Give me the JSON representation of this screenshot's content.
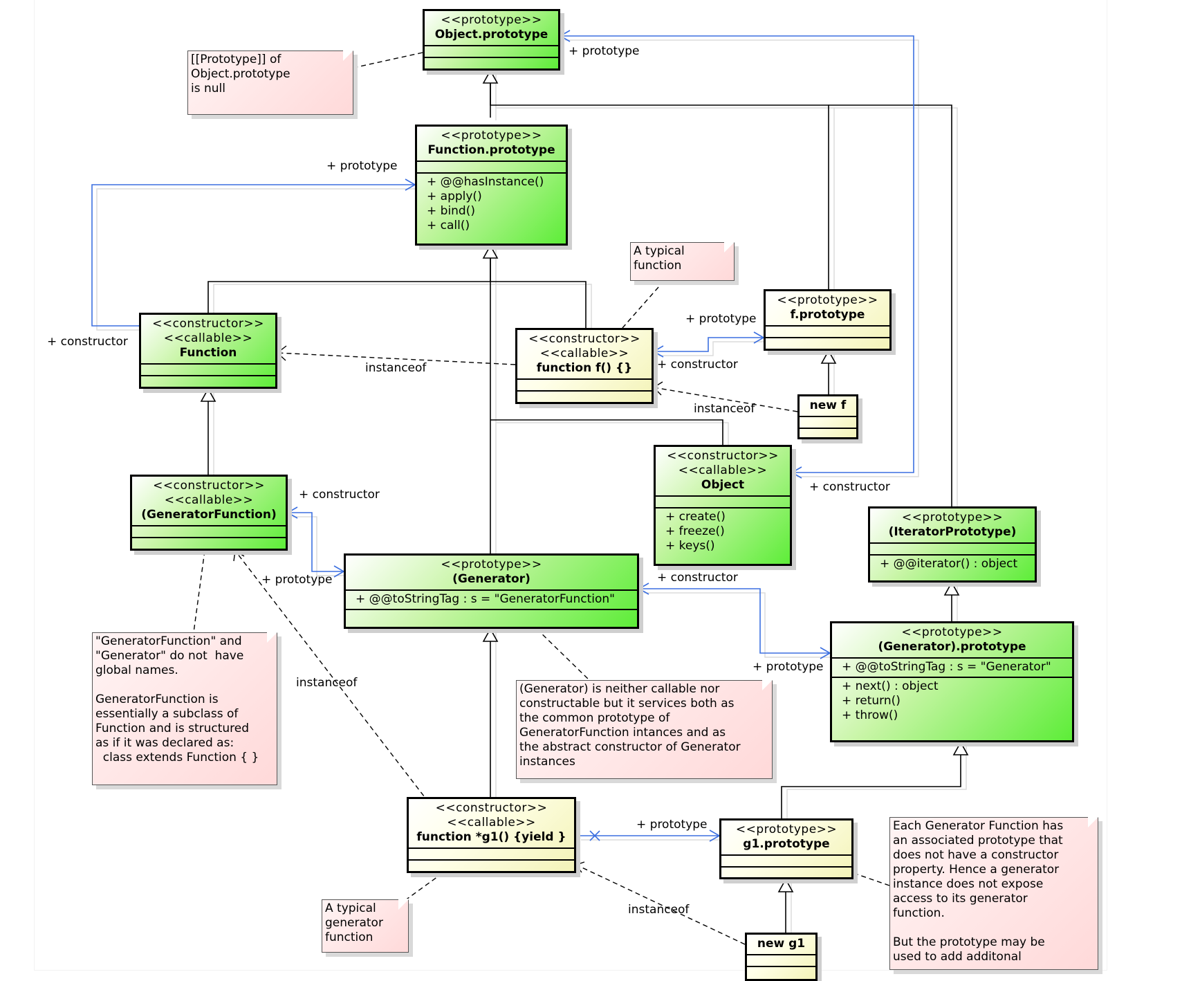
{
  "classes": {
    "object_prototype": {
      "stereotypes": [
        "<<prototype>>"
      ],
      "name": "Object.prototype",
      "members": []
    },
    "function_prototype": {
      "stereotypes": [
        "<<prototype>>"
      ],
      "name": "Function.prototype",
      "members": [
        "+ @@hasInstance()",
        "+ apply()",
        "+ bind()",
        "+ call()"
      ]
    },
    "function_ctor": {
      "stereotypes": [
        "<<constructor>>",
        "<<callable>>"
      ],
      "name": "Function",
      "members": []
    },
    "function_f": {
      "stereotypes": [
        "<<constructor>>",
        "<<callable>>"
      ],
      "name": "function f() {}",
      "members": []
    },
    "f_prototype": {
      "stereotypes": [
        "<<prototype>>"
      ],
      "name": "f.prototype",
      "members": []
    },
    "new_f": {
      "stereotypes": [],
      "name": "new f",
      "members": []
    },
    "object_ctor": {
      "stereotypes": [
        "<<constructor>>",
        "<<callable>>"
      ],
      "name": "Object",
      "members": [
        "+ create()",
        "+ freeze()",
        "+ keys()"
      ]
    },
    "generator_function": {
      "stereotypes": [
        "<<constructor>>",
        "<<callable>>"
      ],
      "name": "(GeneratorFunction)",
      "members": []
    },
    "generator": {
      "stereotypes": [
        "<<prototype>>"
      ],
      "name": "(Generator)",
      "members": [
        "+ @@toStringTag : s = \"GeneratorFunction\""
      ]
    },
    "iterator_prototype": {
      "stereotypes": [
        "<<prototype>>"
      ],
      "name": "(IteratorPrototype)",
      "members": [
        "+ @@iterator() : object"
      ]
    },
    "generator_prototype": {
      "stereotypes": [
        "<<prototype>>"
      ],
      "name": "(Generator).prototype",
      "attributes": [
        "+ @@toStringTag : s = \"Generator\""
      ],
      "members": [
        "+ next() : object",
        "+ return()",
        "+ throw()"
      ]
    },
    "g1": {
      "stereotypes": [
        "<<constructor>>",
        "<<callable>>"
      ],
      "name": "function *g1() {yield }",
      "members": []
    },
    "g1_prototype": {
      "stereotypes": [
        "<<prototype>>"
      ],
      "name": "g1.prototype",
      "members": []
    },
    "new_g1": {
      "stereotypes": [],
      "name": "new g1",
      "members": []
    }
  },
  "notes": {
    "object_null": [
      "[[Prototype]] of",
      "Object.prototype",
      "is null"
    ],
    "typical_function": [
      "A typical",
      "function"
    ],
    "generator_names": [
      "\"GeneratorFunction\" and",
      "\"Generator\" do not  have",
      "global names.",
      "",
      "GeneratorFunction is",
      "essentially a subclass of",
      "Function and is structured",
      "as if it was declared as:",
      "  class extends Function { }"
    ],
    "generator_desc": [
      "(Generator) is neither callable nor",
      "constructable but it services both as",
      "the common prototype of",
      "GeneratorFunction intances and as",
      "the abstract constructor of Generator",
      "instances"
    ],
    "typical_generator": [
      "A typical",
      "generator",
      "function"
    ],
    "each_generator": [
      "Each Generator Function has",
      "an associated prototype that",
      "does not have a constructor",
      "property. Hence a generator",
      "instance does not expose",
      "access to its generator",
      "function.",
      "",
      "But the prototype may be",
      "used to add additonal"
    ]
  },
  "labels": {
    "obj_proto_prototype": "+ prototype",
    "func_proto_prototype": "+ prototype",
    "function_constructor": "+ constructor",
    "instanceof_f": "instanceof",
    "f_proto_prototype": "+ prototype",
    "f_constructor": "+ constructor",
    "instanceof_newf": "instanceof",
    "object_constructor": "+ constructor",
    "genfn_constructor": "+ constructor",
    "genfn_prototype": "+ prototype",
    "generator_constructor": "+ constructor",
    "genproto_prototype": "+ prototype",
    "instanceof_g1": "instanceof",
    "g1_prototype_label": "+ prototype",
    "instanceof_newg1": "instanceof"
  },
  "colors": {
    "association": "#3b6fe0",
    "generalization": "#000000",
    "dependency": "#000000",
    "class_fill_green": "#5ded38",
    "class_fill_yellow": "#f3f3b8",
    "note_fill": "#ffd9d9"
  }
}
